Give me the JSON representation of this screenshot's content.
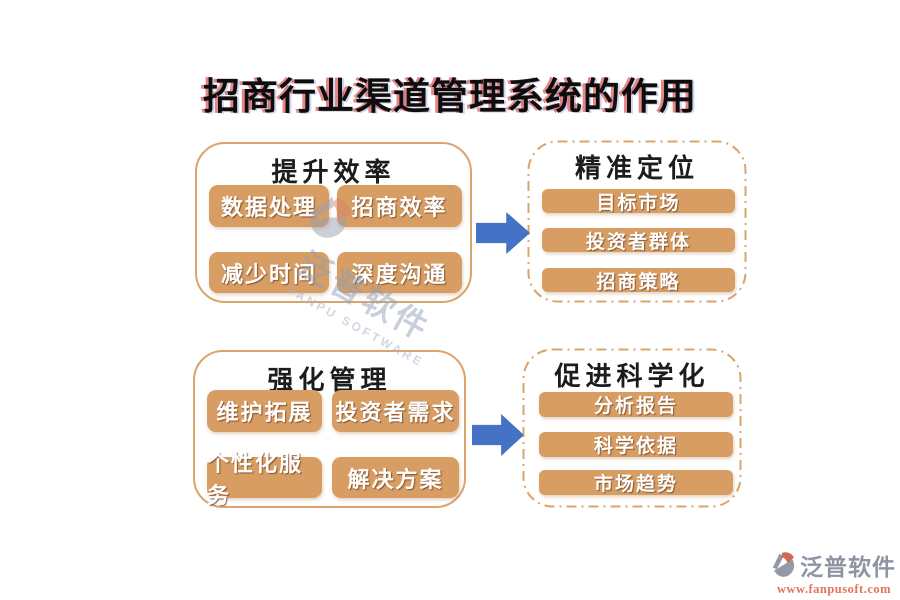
{
  "title": "招商行业渠道管理系统的作用",
  "groups": [
    {
      "header": "提升效率",
      "border": "solid",
      "items": [
        "数据处理",
        "招商效率",
        "减少时间",
        "深度沟通"
      ]
    },
    {
      "header": "精准定位",
      "border": "dash-dot",
      "items": [
        "目标市场",
        "投资者群体",
        "招商策略"
      ]
    },
    {
      "header": "强化管理",
      "border": "solid",
      "items": [
        "维护拓展",
        "投资者需求",
        "个性化服务",
        "解决方案"
      ]
    },
    {
      "header": "促进科学化",
      "border": "dash-dot",
      "items": [
        "分析报告",
        "科学依据",
        "市场趋势"
      ]
    }
  ],
  "watermark": {
    "cn": "泛普软件",
    "en": "FANPU SOFTWARE"
  },
  "logo": {
    "name": "泛普软件",
    "url": "www.fanpusoft.com"
  },
  "colors": {
    "chip_fill": "#D79D63",
    "box_border": "#DAA46C",
    "arrow_blue": "#4472C4",
    "logo_gray": "#9094A2",
    "url_salmon": "#E0745A",
    "title_black": "#0D0D0D"
  }
}
